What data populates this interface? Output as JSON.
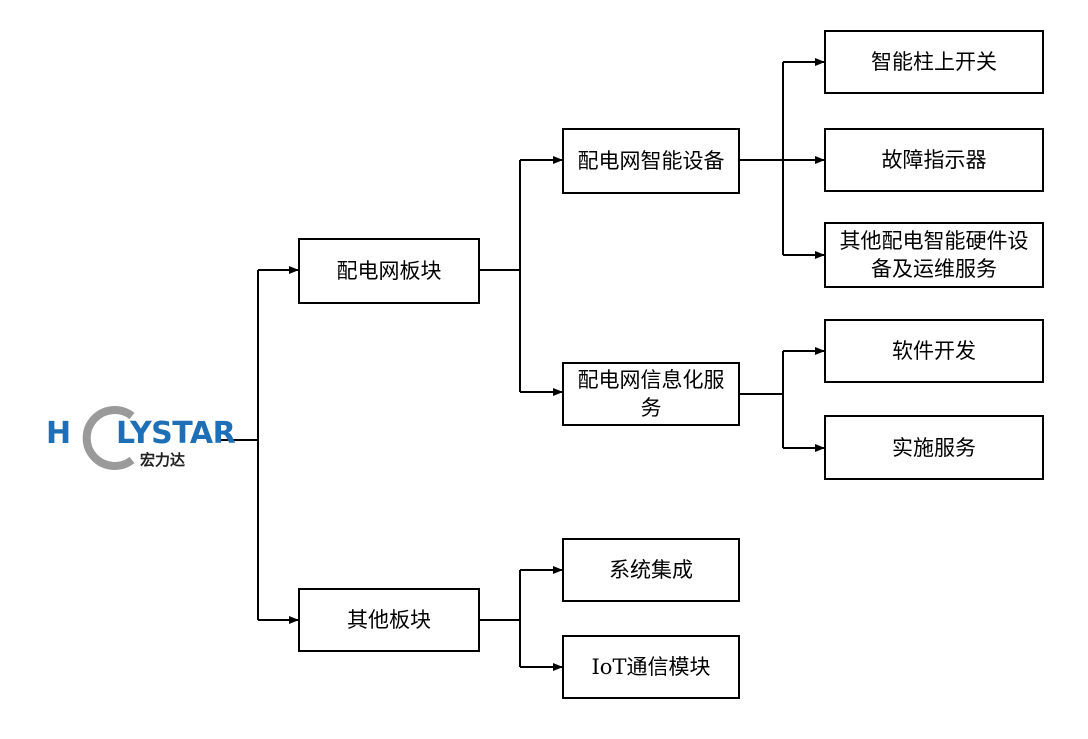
{
  "logo": {
    "letter_h": "H",
    "letters_rest": "LYSTAR",
    "chinese": "宏力达",
    "colors": {
      "brand_blue": "#1e6fb5",
      "ring_gray": "#9a9a9a"
    }
  },
  "nodes": {
    "dist_network": "配电网板块",
    "other": "其他板块",
    "smart_devices": "配电网智能设备",
    "info_services": "配电网信息化服务",
    "system_integration": "系统集成",
    "iot_module": "IoT通信模块",
    "pole_switch": "智能柱上开关",
    "fault_indicator": "故障指示器",
    "other_hardware": "其他配电智能硬件设备及运维服务",
    "software_dev": "软件开发",
    "implementation": "实施服务"
  }
}
